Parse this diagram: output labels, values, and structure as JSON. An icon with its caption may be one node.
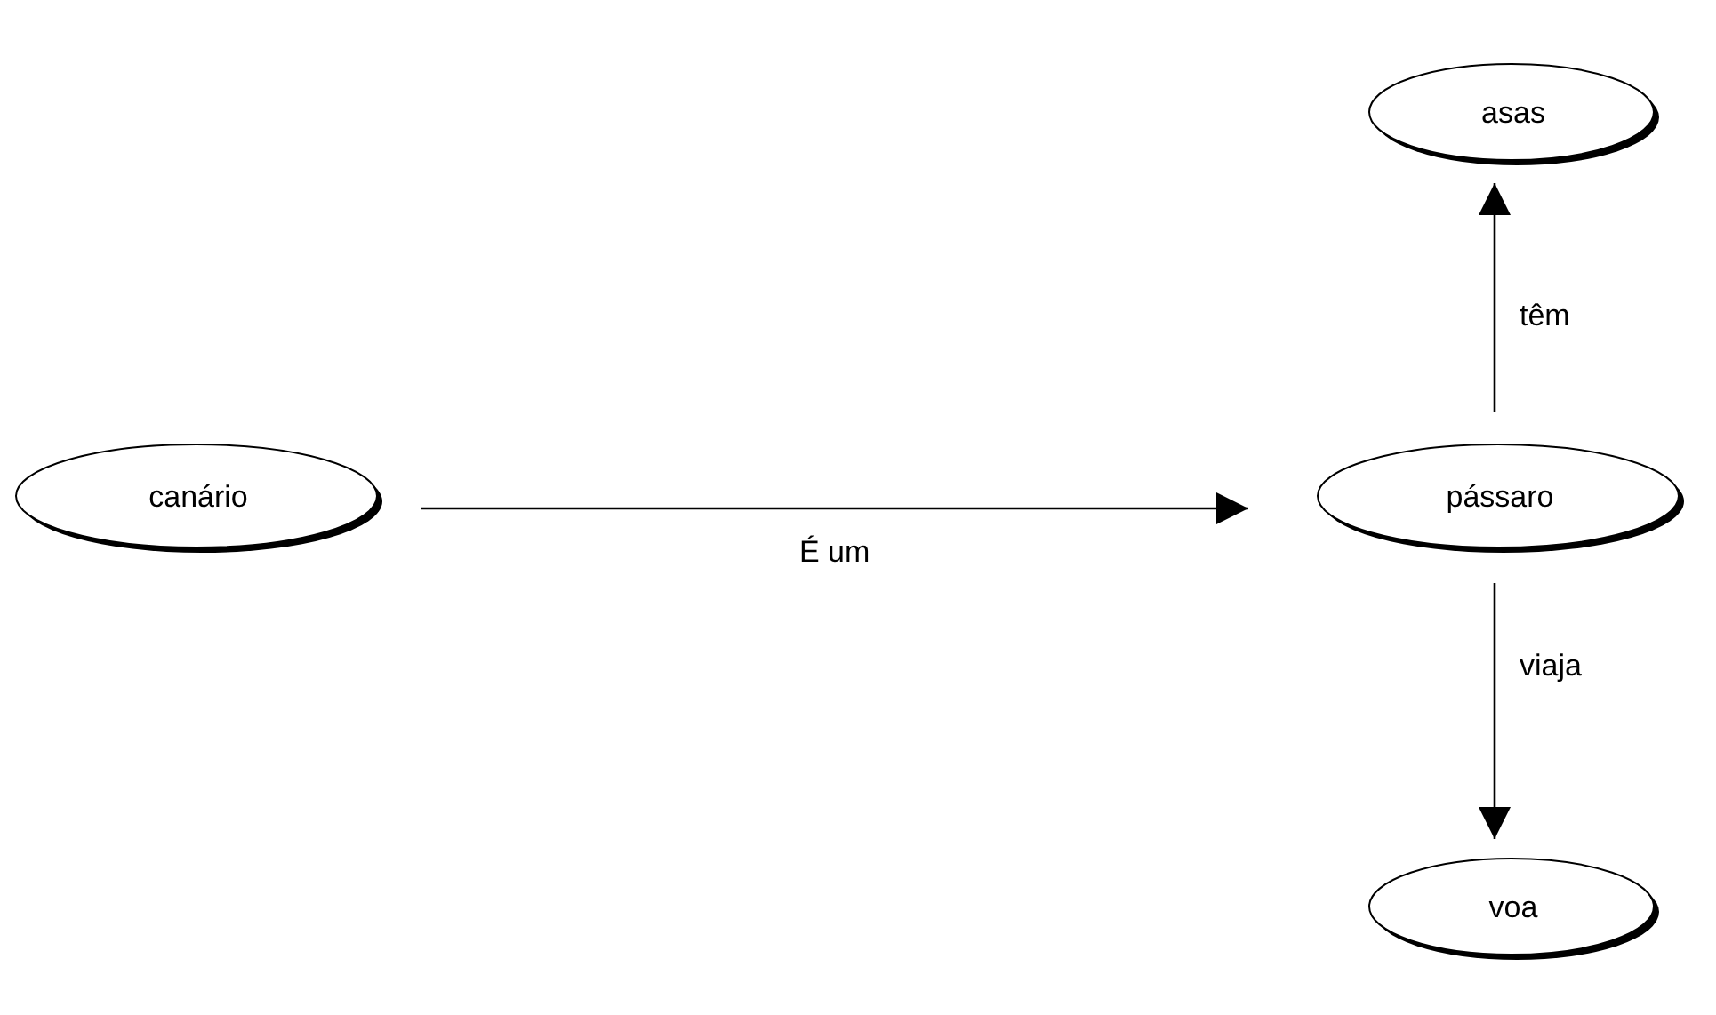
{
  "diagram": {
    "nodes": [
      {
        "text": [
          "canário"
        ]
      },
      {
        "text": [
          "pássaro"
        ]
      },
      {
        "text": [
          "asas"
        ]
      },
      {
        "text": [
          "voa"
        ]
      }
    ],
    "edges": [
      {
        "from": 0,
        "to": 1,
        "arrow": "to",
        "label": "É um"
      },
      {
        "from": 1,
        "to": 2,
        "arrow": "to",
        "label": "têm"
      },
      {
        "from": 1,
        "to": 3,
        "arrow": "to",
        "label": "viaja"
      }
    ]
  }
}
